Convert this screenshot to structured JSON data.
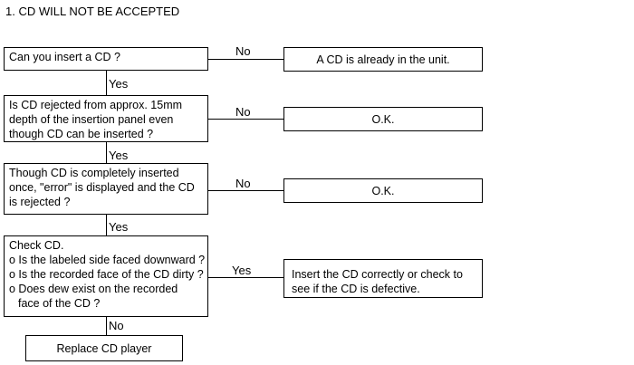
{
  "title": "1.  CD WILL NOT BE ACCEPTED",
  "steps": [
    {
      "question": [
        "Can you insert a CD ?"
      ],
      "branch_label": "No",
      "outcome": [
        "A CD is already in the unit."
      ],
      "next_label": "Yes"
    },
    {
      "question": [
        "Is CD rejected from approx. 15mm",
        "depth of the insertion panel even",
        "though CD can be inserted ?"
      ],
      "branch_label": "No",
      "outcome": [
        "O.K."
      ],
      "next_label": "Yes"
    },
    {
      "question": [
        "Though CD is completely inserted",
        "once, \"error\" is displayed and the CD",
        "is rejected ?"
      ],
      "branch_label": "No",
      "outcome": [
        "O.K."
      ],
      "next_label": "Yes"
    },
    {
      "question": [
        "Check CD.",
        "o Is the labeled side faced downward ?",
        "o Is the recorded face of the CD dirty ?",
        "o Does dew exist on the recorded",
        "face of the CD ?"
      ],
      "branch_label": "Yes",
      "outcome": [
        "Insert the CD correctly or check to",
        "see if the CD is defective."
      ],
      "next_label": "No"
    }
  ],
  "final": "Replace CD player"
}
